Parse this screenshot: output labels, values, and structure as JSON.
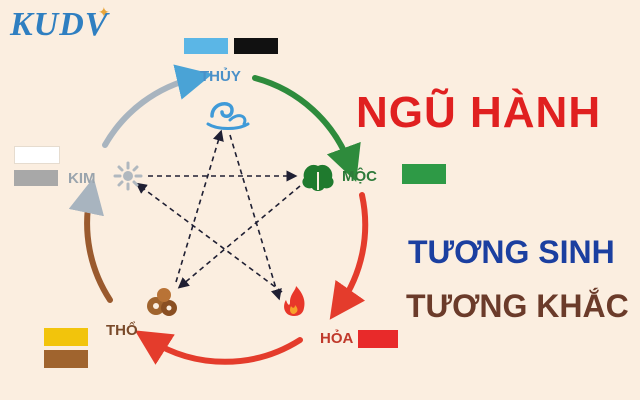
{
  "logo": {
    "text": "KUDV"
  },
  "title": "NGŨ HÀNH",
  "subtitle_sinh": "TƯƠNG SINH",
  "subtitle_khac": "TƯƠNG KHẮC",
  "elements": {
    "thuy": {
      "label": "THỦY",
      "color": "#4aa3d6",
      "swatch_colors": [
        "#5bb6e6",
        "#111111"
      ]
    },
    "moc": {
      "label": "MỘC",
      "color": "#2e8b3c",
      "swatch_colors": [
        "#2e9a46"
      ]
    },
    "hoa": {
      "label": "HỎA",
      "color": "#e43c2c",
      "swatch_colors": [
        "#e82a2a"
      ]
    },
    "tho": {
      "label": "THỔ",
      "color": "#9a5a2e",
      "swatch_colors": [
        "#f2c40c",
        "#a0642e"
      ]
    },
    "kim": {
      "label": "KIM",
      "color": "#9aa4ad",
      "swatch_colors": [
        "#ffffff",
        "#a8a8a8"
      ]
    }
  },
  "icons": {
    "thuy": "water-swirl-icon",
    "moc": "tree-leaf-icon",
    "hoa": "flame-icon",
    "tho": "earth-rock-icon",
    "kim": "metal-sparkle-icon"
  }
}
